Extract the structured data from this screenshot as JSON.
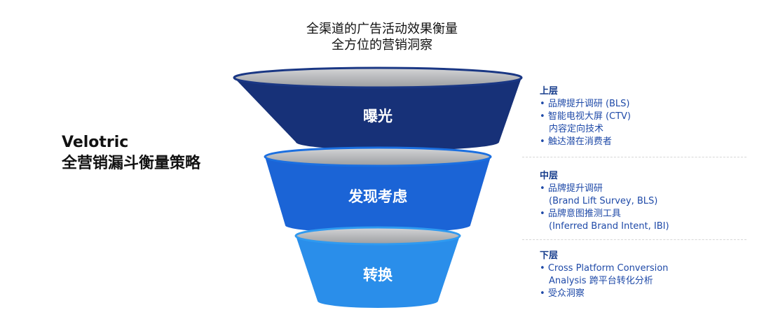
{
  "header": {
    "line1": "全渠道的广告活动效果衡量",
    "line2": "全方位的营销洞察"
  },
  "brand": {
    "name": "Velotric",
    "subtitle": "全营销漏斗衡量策略"
  },
  "funnel": {
    "stages": [
      {
        "label": "曝光",
        "color_top": "#1a3784",
        "color_bottom": "#173178"
      },
      {
        "label": "发现考虑",
        "color_top": "#1b6fe0",
        "color_bottom": "#1b64d6"
      },
      {
        "label": "转换",
        "color_top": "#2f9af0",
        "color_bottom": "#2a8eea"
      }
    ],
    "rim_color": "#a7a9ac"
  },
  "panels": [
    {
      "title": "上层",
      "items": [
        {
          "line1": "品牌提升调研 (BLS)"
        },
        {
          "line1": "智能电视大屏 (CTV)",
          "line2": "内容定向技术"
        },
        {
          "line1": "触达潜在消费者"
        }
      ]
    },
    {
      "title": "中层",
      "items": [
        {
          "line1": "品牌提升调研",
          "line2": "(Brand Lift Survey, BLS)"
        },
        {
          "line1": "品牌意图推测工具",
          "line2": "(Inferred Brand Intent, IBI)"
        }
      ]
    },
    {
      "title": "下层",
      "items": [
        {
          "line1": "Cross Platform Conversion",
          "line2": "Analysis 跨平台转化分析"
        },
        {
          "line1": "受众洞察"
        }
      ]
    }
  ]
}
